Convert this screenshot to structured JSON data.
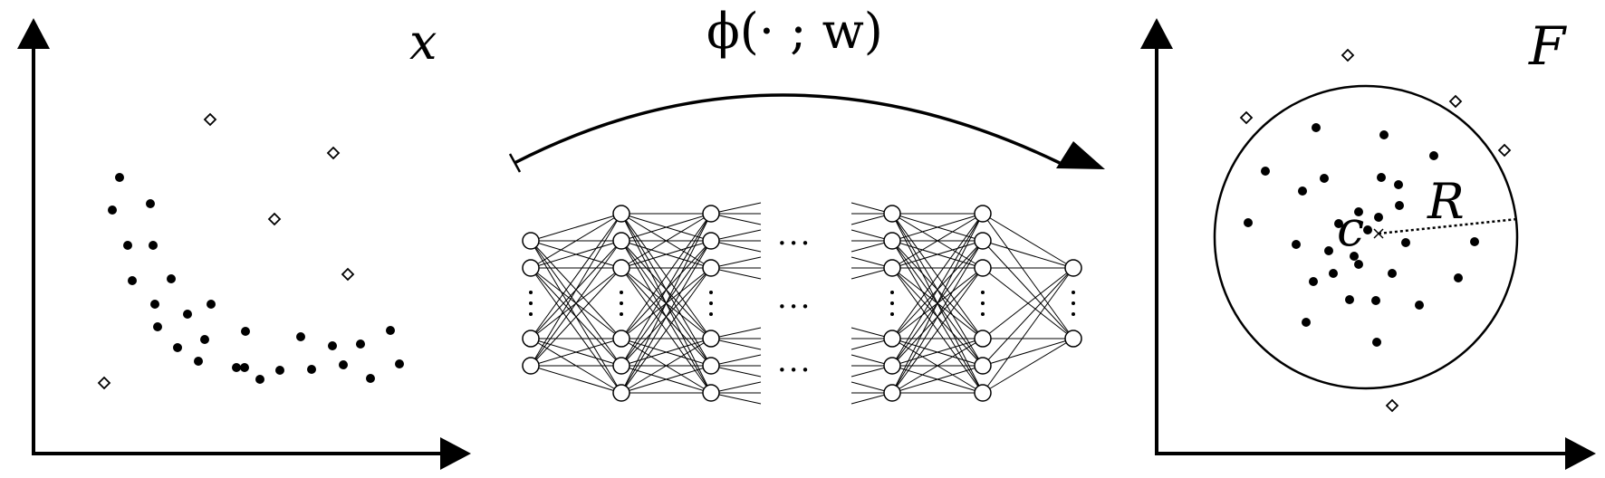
{
  "input_space": {
    "label": "x"
  },
  "mapping": {
    "label": "ϕ(· ; w)"
  },
  "feature_space": {
    "label": "F",
    "center_label": "c",
    "radius_label": "R"
  },
  "network": {
    "ellipsis": "···"
  },
  "colors": {
    "ink": "#000000",
    "background": "#ffffff"
  },
  "legend_markers": {
    "normal": "filled-dot",
    "anomaly": "hollow-diamond"
  }
}
